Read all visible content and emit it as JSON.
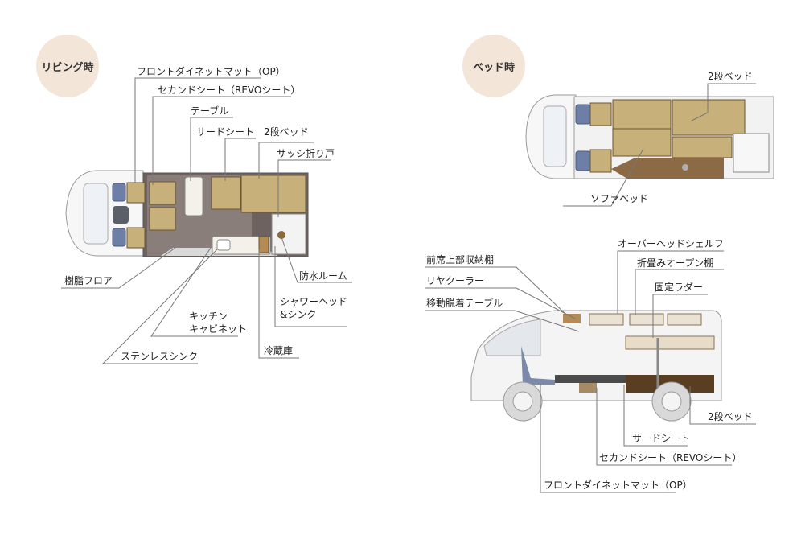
{
  "badges": {
    "living": "リビング時",
    "bed": "ベッド時"
  },
  "living_labels": {
    "front_dinette_mat": "フロントダイネットマット（OP）",
    "second_seat": "セカンドシート（REVOシート）",
    "table": "テーブル",
    "third_seat": "サードシート",
    "bunk_bed": "2段ベッド",
    "sash_door": "サッシ折り戸",
    "resin_floor": "樹脂フロア",
    "waterproof_room": "防水ルーム",
    "shower_sink_1": "シャワーヘッド",
    "shower_sink_2": "&シンク",
    "kitchen_cabinet_1": "キッチン",
    "kitchen_cabinet_2": "キャビネット",
    "steel_sink": "ステンレスシンク",
    "fridge": "冷蔵庫"
  },
  "bed_labels": {
    "bunk_bed": "2段ベッド",
    "sofa_bed": "ソファベッド"
  },
  "side_labels": {
    "overhead_shelf": "オーバーヘッドシェルフ",
    "folding_shelf": "折畳みオープン棚",
    "fixed_ladder": "固定ラダー",
    "front_upper_storage": "前席上部収納棚",
    "rear_cooler": "リヤクーラー",
    "removable_table": "移動脱着テーブル",
    "bunk_bed": "2段ベッド",
    "third_seat": "サードシート",
    "second_seat": "セカンドシート（REVOシート）",
    "front_dinette_mat": "フロントダイネットマット（OP）"
  }
}
